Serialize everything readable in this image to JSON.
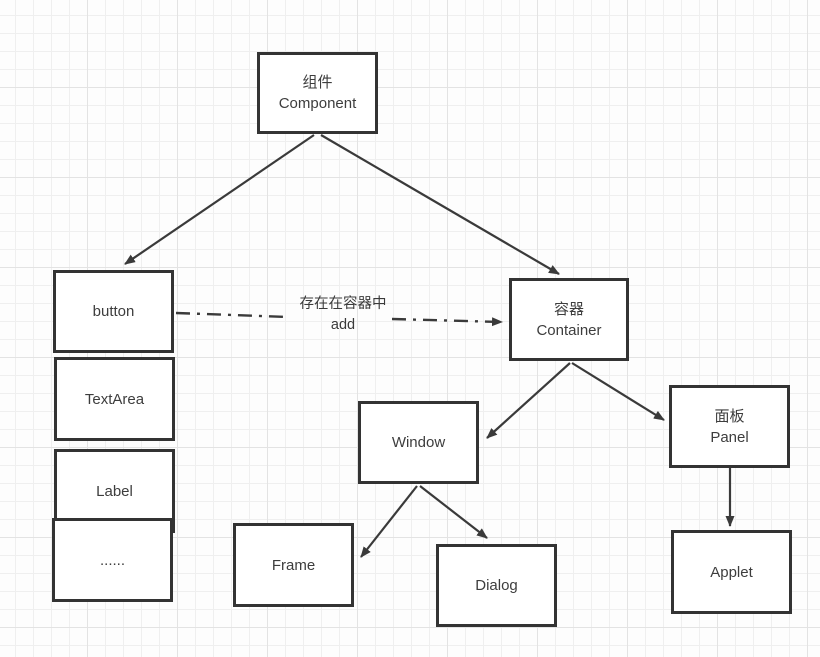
{
  "diagram": {
    "title": "AWT component hierarchy diagram",
    "nodes": {
      "component": "组件\nComponent",
      "button": "button",
      "textarea": "TextArea",
      "label": "Label",
      "ellipsis": "......",
      "container": "容器\nContainer",
      "window": "Window",
      "frame": "Frame",
      "dialog": "Dialog",
      "panel": "面板\nPanel",
      "applet": "Applet"
    },
    "edge_label": "存在在容器中\nadd",
    "colors": {
      "node_border": "#333333",
      "node_fill": "#ffffff",
      "edge": "#3a3a3a",
      "text": "#3d3d3d",
      "grid_minor": "#efefef",
      "grid_major": "#e3e3e3",
      "background": "#fdfdfd"
    }
  }
}
